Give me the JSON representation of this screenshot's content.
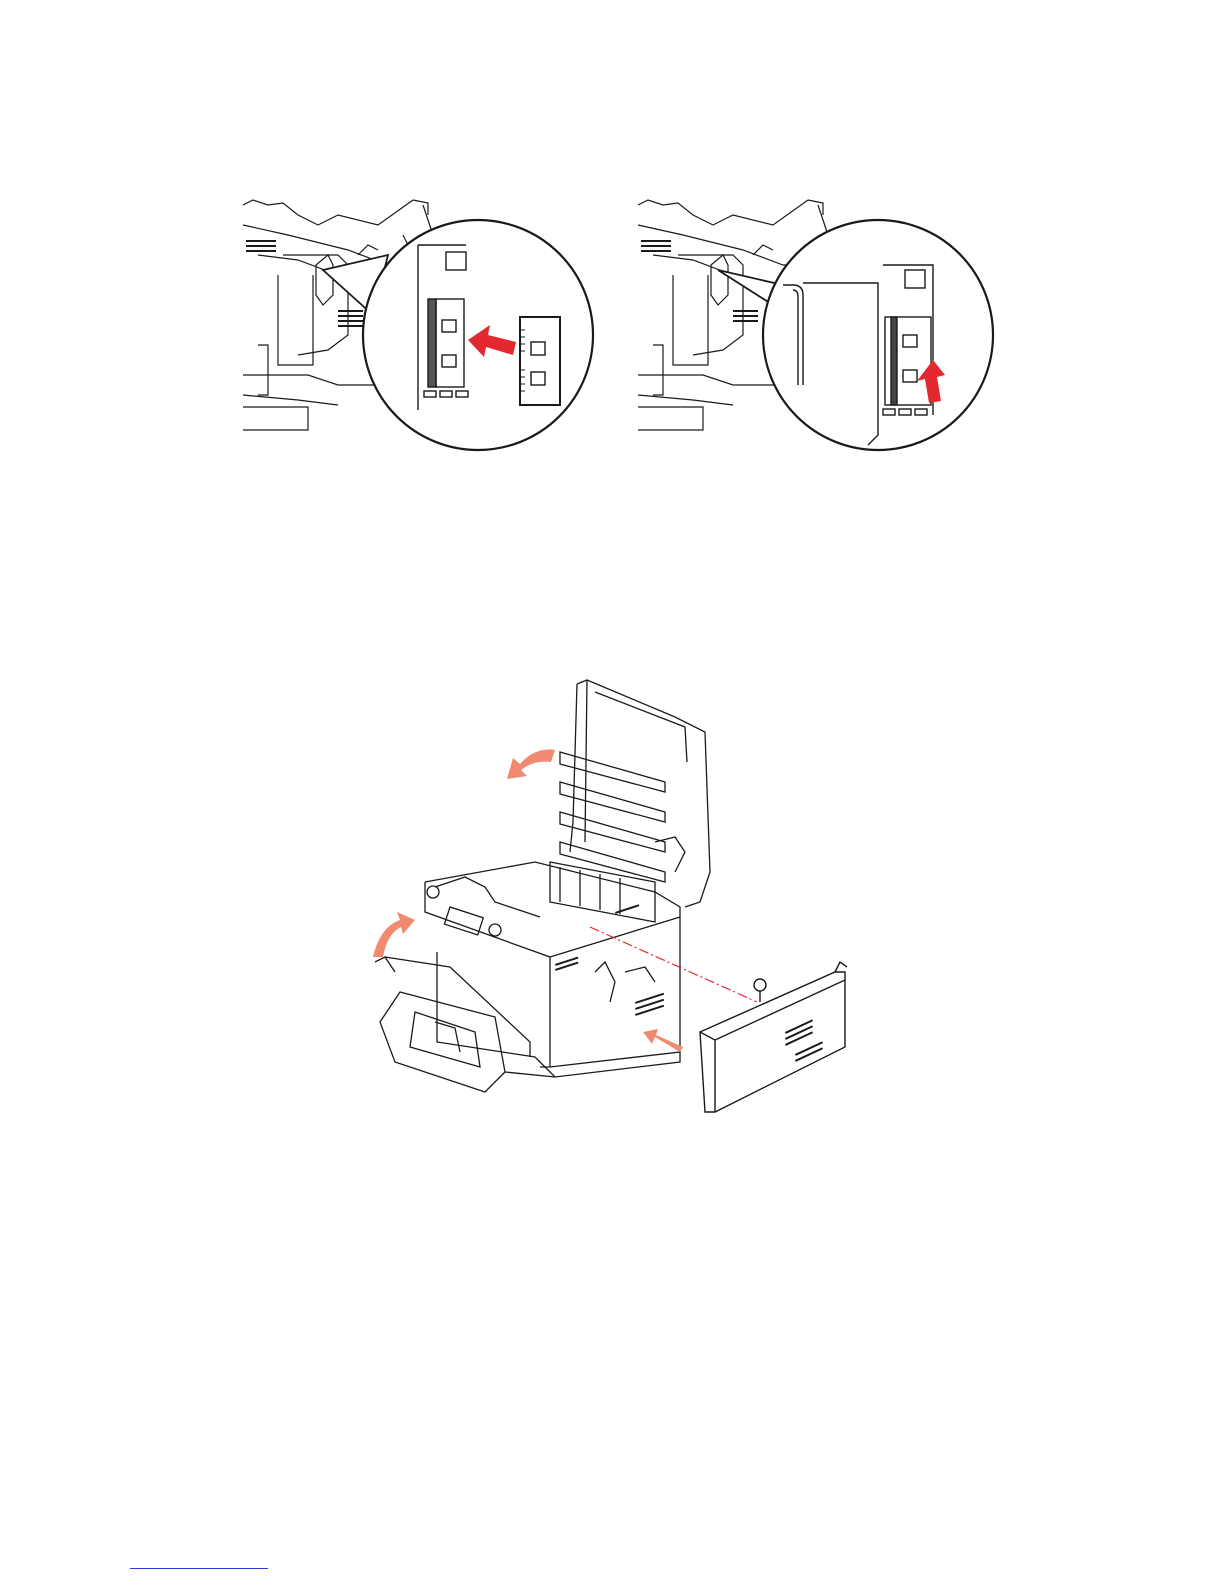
{
  "document": {
    "figures": [
      {
        "id": "memory-insert",
        "icon": "memory-module-insert-illustration"
      },
      {
        "id": "memory-seat",
        "icon": "memory-module-seat-illustration"
      },
      {
        "id": "replace-side-cover",
        "icon": "printer-side-cover-illustration"
      }
    ],
    "colors": {
      "arrow": "#e3282f",
      "arrow_light": "#f08a70",
      "line": "#1a1a1a",
      "footer_link": "#2d3fd1"
    }
  }
}
